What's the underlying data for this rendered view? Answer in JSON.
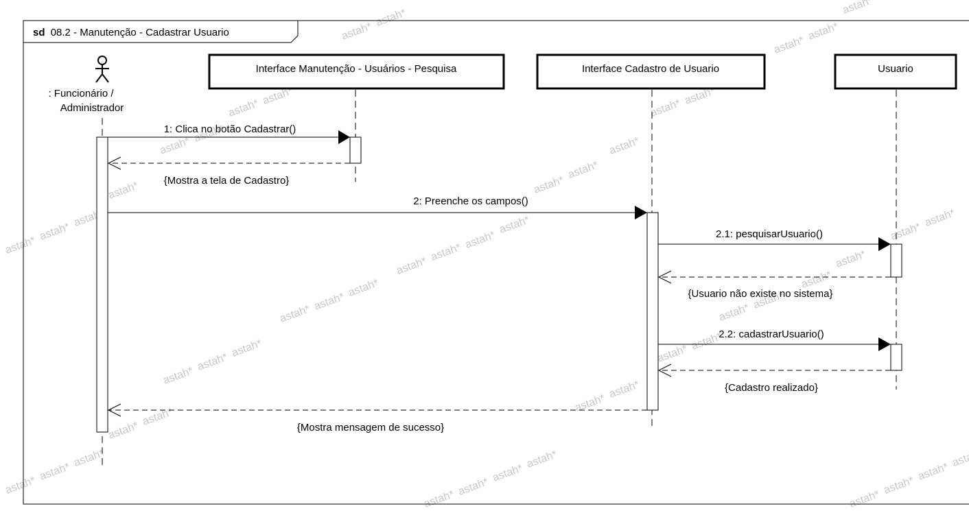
{
  "frame": {
    "keyword": "sd",
    "title": "08.2 - Manutenção - Cadastrar Usuario"
  },
  "actor": {
    "name_line1": ": Funcionário /",
    "name_line2": "Administrador",
    "icon": "stick-figure-icon"
  },
  "lifelines": [
    {
      "id": "pesquisa",
      "label": "Interface Manutenção - Usuários - Pesquisa"
    },
    {
      "id": "cadastro",
      "label": "Interface Cadastro de Usuario"
    },
    {
      "id": "usuario",
      "label": "Usuario"
    }
  ],
  "messages": [
    {
      "id": "m1",
      "label": "1: Clica no botão Cadastrar()",
      "type": "sync",
      "from": "actor",
      "to": "pesquisa"
    },
    {
      "id": "r1",
      "label": "{Mostra a tela de Cadastro}",
      "type": "return",
      "from": "pesquisa",
      "to": "actor"
    },
    {
      "id": "m2",
      "label": "2: Preenche os campos()",
      "type": "sync",
      "from": "actor",
      "to": "cadastro"
    },
    {
      "id": "m21",
      "label": "2.1: pesquisarUsuario()",
      "type": "sync",
      "from": "cadastro",
      "to": "usuario"
    },
    {
      "id": "r21",
      "label": "{Usuario não existe no sistema}",
      "type": "return",
      "from": "usuario",
      "to": "cadastro"
    },
    {
      "id": "m22",
      "label": "2.2: cadastrarUsuario()",
      "type": "sync",
      "from": "cadastro",
      "to": "usuario"
    },
    {
      "id": "r22",
      "label": "{Cadastro realizado}",
      "type": "return",
      "from": "usuario",
      "to": "cadastro"
    },
    {
      "id": "r2",
      "label": "{Mostra mensagem de sucesso}",
      "type": "return",
      "from": "cadastro",
      "to": "actor"
    }
  ],
  "watermark": "astah*",
  "colors": {
    "line": "#000000",
    "watermark": "#c8c8c8",
    "background": "#ffffff"
  }
}
